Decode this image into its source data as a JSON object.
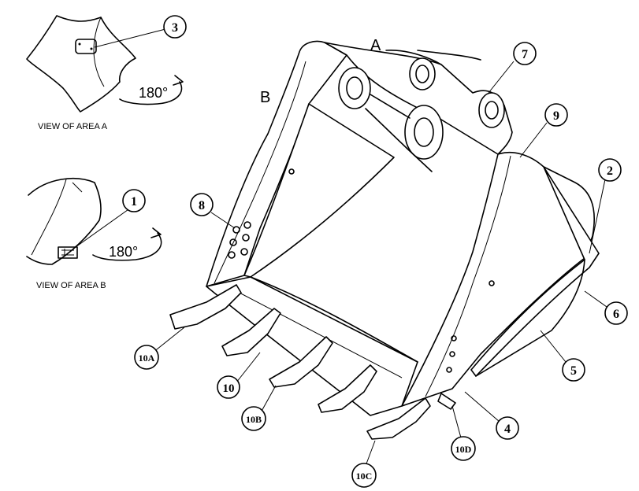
{
  "diagram": {
    "area_labels": {
      "a": "A",
      "b": "B"
    },
    "inset_a": {
      "caption": "VIEW OF AREA  A",
      "rotation": "180°"
    },
    "inset_b": {
      "caption": "VIEW OF AREA  B",
      "rotation": "180°"
    },
    "callouts": [
      "1",
      "2",
      "3",
      "4",
      "5",
      "6",
      "7",
      "8",
      "9",
      "10",
      "10A",
      "10B",
      "10C",
      "10D"
    ]
  }
}
